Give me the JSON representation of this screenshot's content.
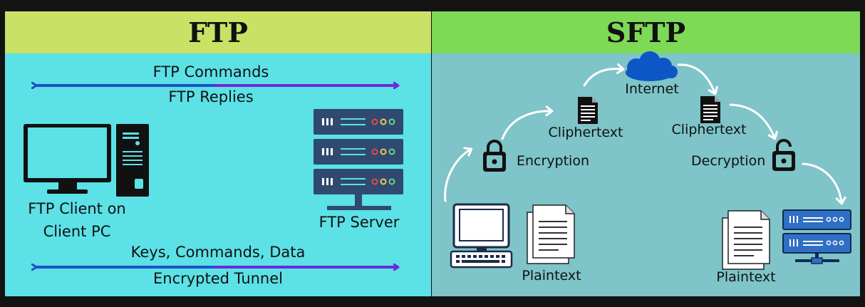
{
  "ftp": {
    "title": "FTP",
    "commands": "FTP Commands",
    "replies": "FTP Replies",
    "client_line1": "FTP Client on",
    "client_line2": "Client PC",
    "server": "FTP Server",
    "keys": "Keys, Commands, Data",
    "tunnel": "Encrypted Tunnel"
  },
  "sftp": {
    "title": "SFTP",
    "internet": "Internet",
    "ciphertext_left": "Cliphertext",
    "ciphertext_right": "Cliphertext",
    "encryption": "Encryption",
    "decryption": "Decryption",
    "plaintext_left": "Plaintext",
    "plaintext_right": "Plaintext"
  },
  "colors": {
    "ftp_header": "#c9e265",
    "ftp_body": "#5ce1e6",
    "sftp_header": "#7ed957",
    "sftp_body": "#7ec4c8",
    "arrow_blue": "#1e52c4",
    "arrow_purple": "#6a2bd8",
    "server_navy": "#2f4a6e",
    "cloud_blue": "#0d56c6"
  }
}
